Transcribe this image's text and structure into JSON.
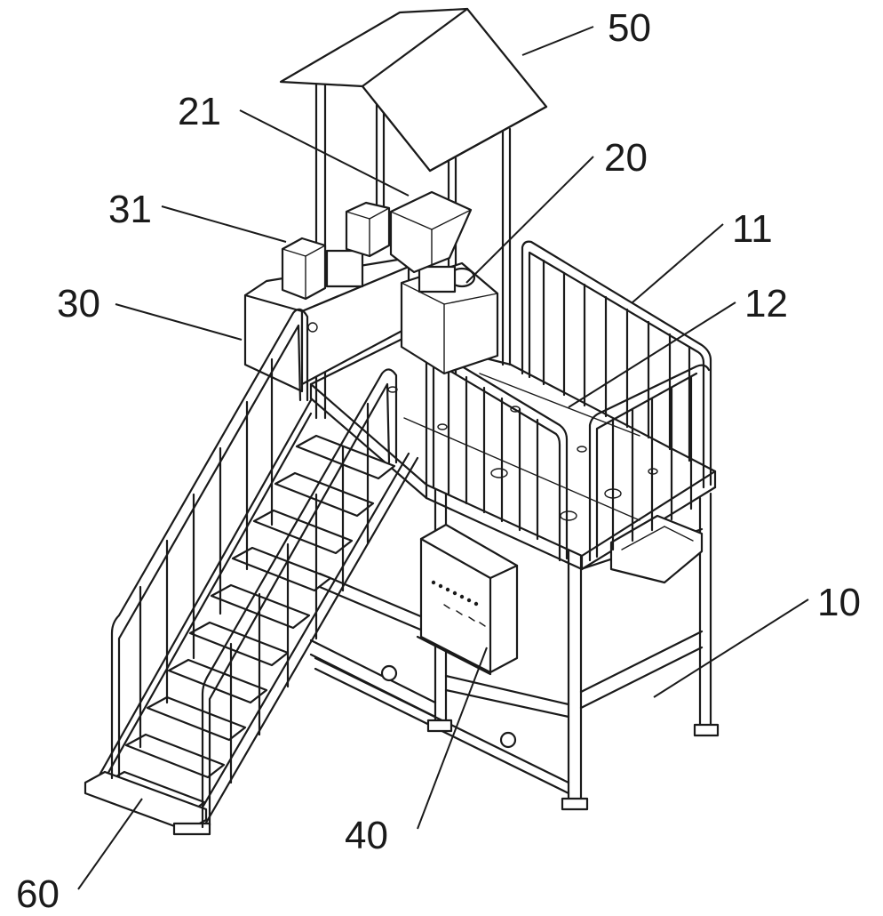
{
  "labels": {
    "l10": "10",
    "l11": "11",
    "l12": "12",
    "l20": "20",
    "l21": "21",
    "l30": "30",
    "l31": "31",
    "l40": "40",
    "l50": "50",
    "l60": "60"
  }
}
